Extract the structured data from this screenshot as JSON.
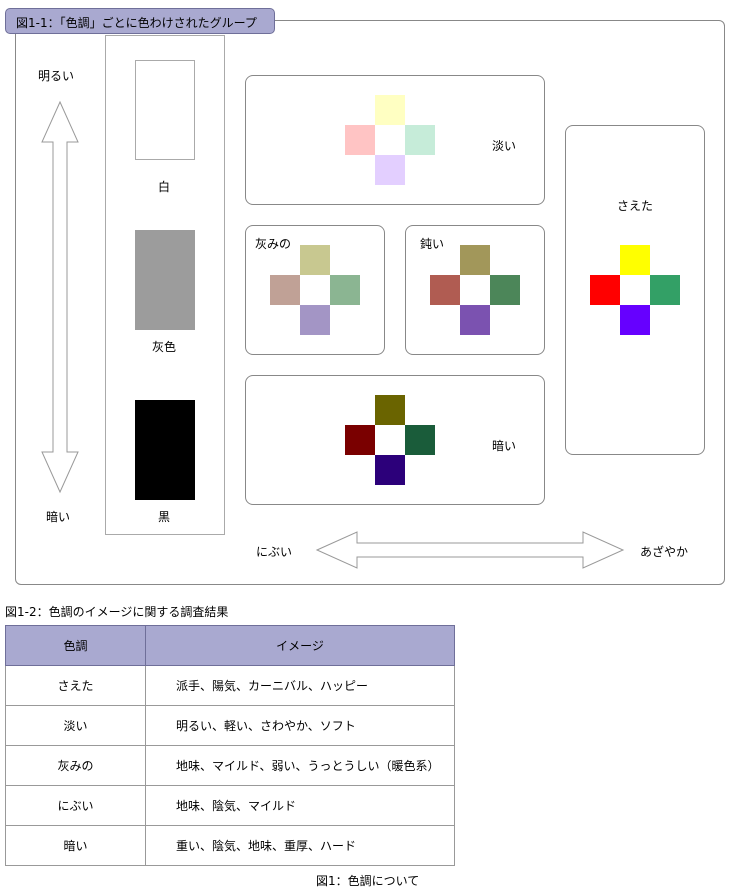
{
  "figure1": {
    "title": "図1-1：「色調」ごとに色わけされたグループ",
    "vertical_axis": {
      "top_label": "明るい",
      "bottom_label": "暗い"
    },
    "horizontal_axis": {
      "left_label": "にぶい",
      "right_label": "あざやか"
    },
    "swatches": [
      {
        "label": "白",
        "color": "#ffffff"
      },
      {
        "label": "灰色",
        "color": "#9c9c9c"
      },
      {
        "label": "黒",
        "color": "#000000"
      }
    ],
    "groups": {
      "pale": {
        "label": "淡い",
        "colors": {
          "top": "#ffffc2",
          "left": "#ffc4c4",
          "right": "#c6ecd9",
          "bottom": "#e3cfff"
        }
      },
      "grayish": {
        "label": "灰みの",
        "colors": {
          "top": "#c8c890",
          "left": "#c0a196",
          "right": "#8bb592",
          "bottom": "#a395c5"
        }
      },
      "dull": {
        "label": "鈍い",
        "colors": {
          "top": "#a2975a",
          "left": "#b05c52",
          "right": "#4c8659",
          "bottom": "#7b52b0"
        }
      },
      "dark": {
        "label": "暗い",
        "colors": {
          "top": "#6a6400",
          "left": "#7a0000",
          "right": "#1a5c3a",
          "bottom": "#2c007a"
        }
      },
      "vivid": {
        "label": "さえた",
        "colors": {
          "top": "#ffff00",
          "left": "#ff0000",
          "right": "#33a066",
          "bottom": "#6600ff"
        }
      }
    }
  },
  "figure2": {
    "title": "図1-2：色調のイメージに関する調査結果",
    "headers": [
      "色調",
      "イメージ"
    ],
    "rows": [
      [
        "さえた",
        "派手、陽気、カーニバル、ハッピー"
      ],
      [
        "淡い",
        "明るい、軽い、さわやか、ソフト"
      ],
      [
        "灰みの",
        "地味、マイルド、弱い、うっとうしい（暖色系）"
      ],
      [
        "にぶい",
        "地味、陰気、マイルド"
      ],
      [
        "暗い",
        "重い、陰気、地味、重厚、ハード"
      ]
    ]
  },
  "caption": "図1：色調について"
}
